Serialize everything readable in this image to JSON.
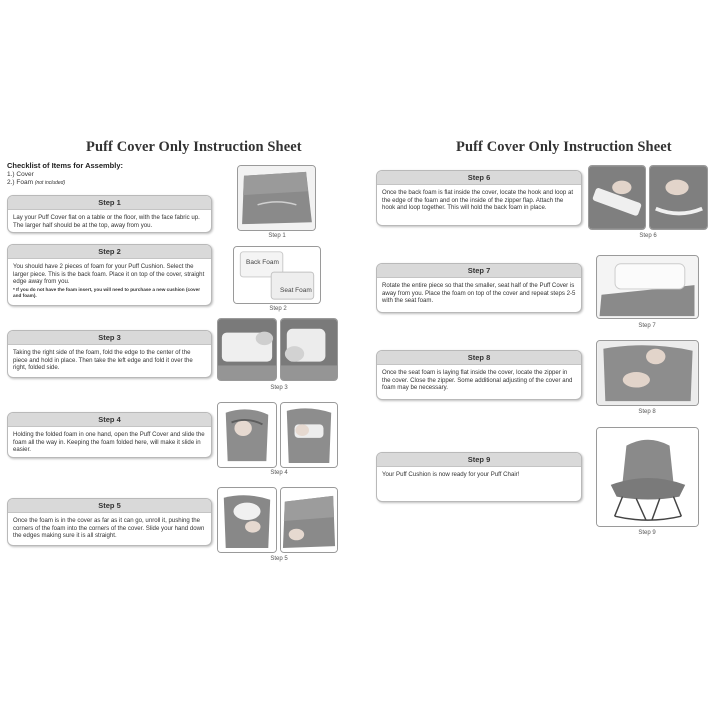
{
  "left": {
    "title": "Puff Cover Only Instruction Sheet",
    "checklist_title": "Checklist of Items for Assembly:",
    "checklist": [
      {
        "text": "1.) Cover",
        "note": ""
      },
      {
        "text": "2.) Foam",
        "note": "(not included)"
      }
    ],
    "steps": [
      {
        "label": "Step 1",
        "text": "Lay your Puff Cover flat on a table or the floor, with the face fabric up. The larger half should be at the top, away from you.",
        "note": "",
        "caption": "Step 1"
      },
      {
        "label": "Step 2",
        "text": "You should have 2 pieces of foam for your Puff Cushion. Select the larger piece. This is the back foam. Place it on top of the cover, straight edge away from you.",
        "note": "* If you do not have the foam insert, you will need to purchase a new cushion (cover and foam).",
        "caption": "Step 2"
      },
      {
        "label": "Step 3",
        "text": "Taking the right side of the foam, fold the edge to the center of the piece and hold in place. Then take the left edge and fold it over the right, folded side.",
        "note": "",
        "caption": "Step 3"
      },
      {
        "label": "Step 4",
        "text": "Holding the folded foam in one hand, open the Puff Cover and slide the foam all the way in. Keeping the foam folded here, will make it slide in easier.",
        "note": "",
        "caption": "Step 4"
      },
      {
        "label": "Step 5",
        "text": "Once the foam is in the cover as far as it can go, unroll it, pushing the corners of the foam into the corners of the cover. Slide your hand down the edges making sure it is all straight.",
        "note": "",
        "caption": "Step 5"
      }
    ],
    "foam_labels": {
      "back": "Back Foam",
      "seat": "Seat Foam"
    }
  },
  "right": {
    "title": "Puff Cover Only Instruction Sheet",
    "steps": [
      {
        "label": "Step 6",
        "text": "Once the back foam is flat inside the cover, locate the hook and loop at the edge of the foam and on the inside of the zipper flap. Attach the hook and loop together. This will hold the back foam in place.",
        "caption": "Step 6"
      },
      {
        "label": "Step 7",
        "text": "Rotate the entire piece so that the smaller, seat half of the Puff Cover is away from you. Place the foam on top of the cover and repeat steps 2-5 with the seat foam.",
        "caption": "Step 7"
      },
      {
        "label": "Step 8",
        "text": "Once the seat foam is laying flat inside the cover, locate the zipper in the cover. Close the zipper. Some additional adjusting of the cover and foam may be necessary.",
        "caption": "Step 8"
      },
      {
        "label": "Step 9",
        "text": "Your Puff Cushion is now ready for your Puff Chair!",
        "caption": "Step 9"
      }
    ]
  },
  "colors": {
    "step_header_bg": "#d9d9d9",
    "photo_bg": "#f2f2f2",
    "cover_gray": "#8a8a8a"
  }
}
